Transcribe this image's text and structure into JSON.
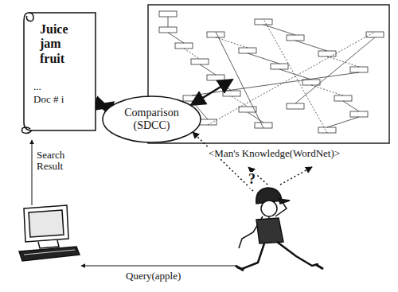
{
  "diagram": {
    "nodes": [
      {
        "text": [
          "Juice jam fruit",
          "...",
          "Doc # i"
        ]
      },
      {
        "text": [
          "Comparison (SDCC)"
        ]
      }
    ],
    "edges": [
      {
        "from": 0,
        "to": 1,
        "arrow": "both"
      }
    ],
    "labels": [
      "<Man's Knowledge(WordNet)>",
      "?",
      "Search Result",
      "Query(apple)"
    ]
  }
}
